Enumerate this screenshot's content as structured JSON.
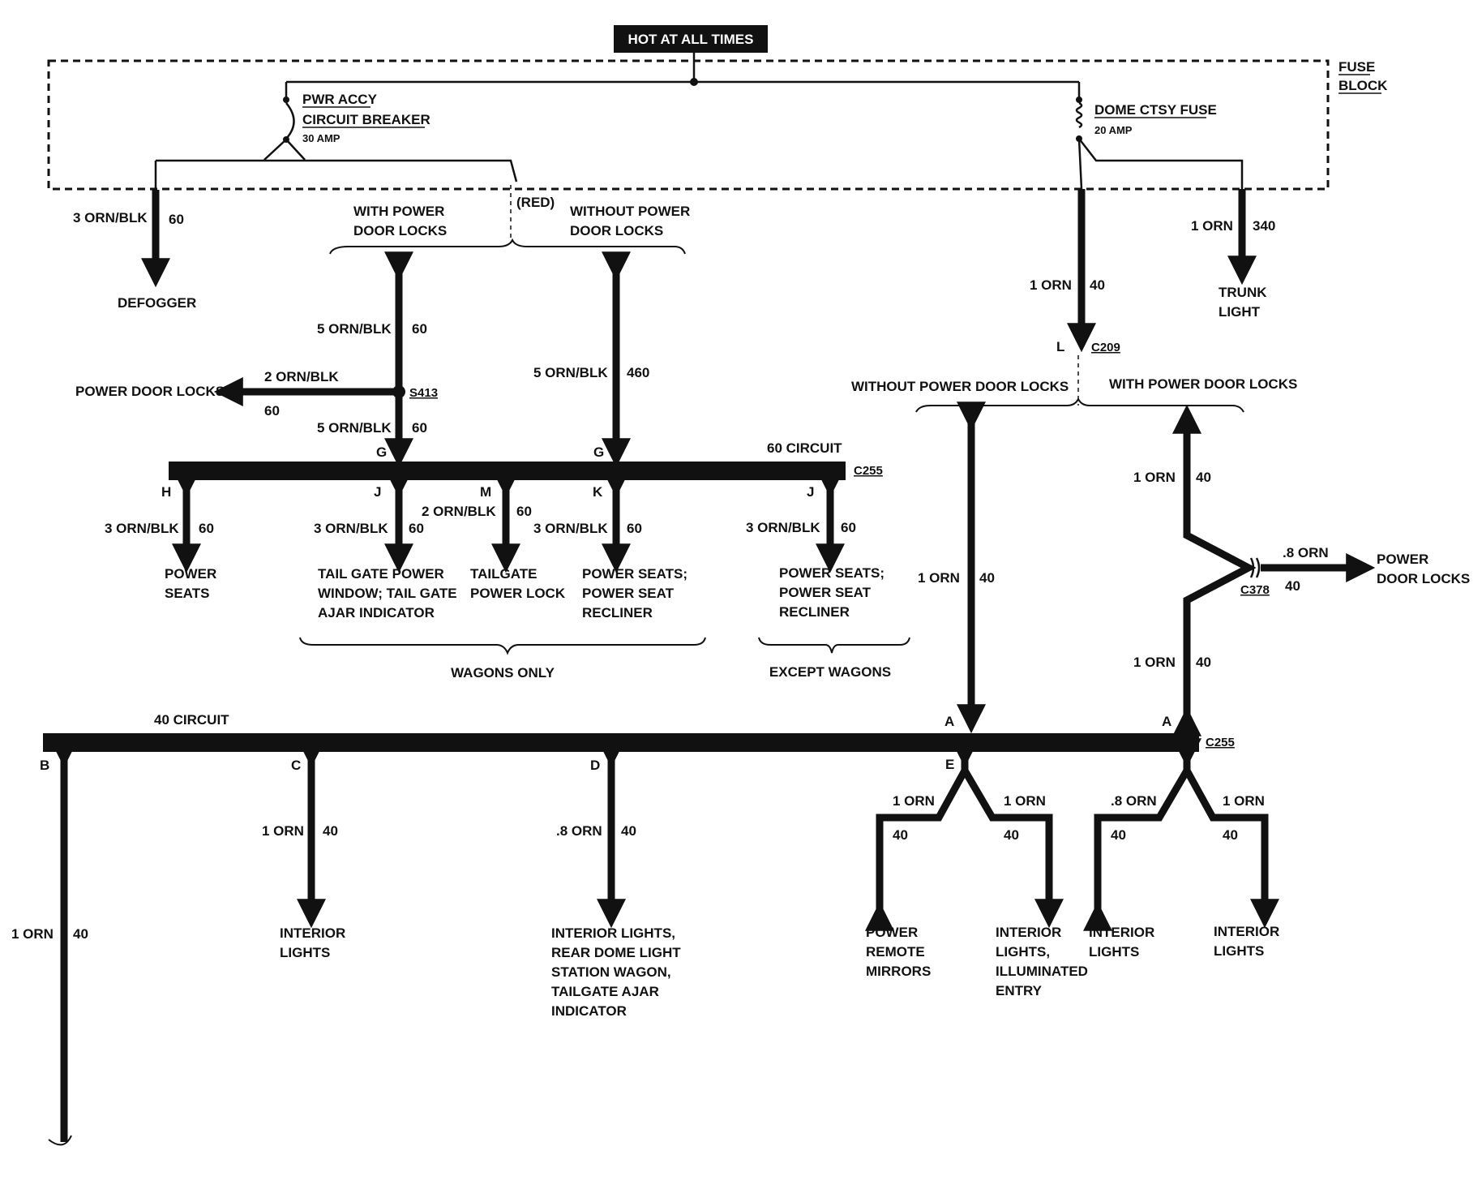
{
  "header": {
    "hot": "HOT AT ALL TIMES"
  },
  "fuse_block": {
    "label_1": "FUSE",
    "label_2": "BLOCK",
    "breaker_1": "PWR ACCY",
    "breaker_2": "CIRCUIT BREAKER",
    "breaker_amp": "30 AMP",
    "fuse_1": "DOME CTSY FUSE",
    "fuse_amp": "20 AMP"
  },
  "options": {
    "with_pdl_1": "WITH POWER",
    "with_pdl_2": "DOOR LOCKS",
    "without_pdl_1": "WITHOUT POWER",
    "without_pdl_2": "DOOR LOCKS",
    "red": "(RED)",
    "without_pdl": "WITHOUT POWER DOOR LOCKS",
    "with_pdl": "WITH POWER DOOR LOCKS",
    "wagons_only": "WAGONS ONLY",
    "except_wagons": "EXCEPT WAGONS"
  },
  "buses": {
    "c60": "60 CIRCUIT",
    "c40": "40 CIRCUIT"
  },
  "connectors": {
    "c209": "C209",
    "c255": "C255",
    "c378": "C378",
    "s413": "S413"
  },
  "pins": {
    "G": "G",
    "H": "H",
    "J": "J",
    "M": "M",
    "K": "K",
    "L": "L",
    "A": "A",
    "B": "B",
    "C": "C",
    "D": "D",
    "E": "E"
  },
  "wires": {
    "w3orn": "3 ORN/BLK",
    "w5orn": "5 ORN/BLK",
    "w2orn": "2 ORN/BLK",
    "w1orn": "1 ORN",
    "w08orn": ".8 ORN",
    "c60": "60",
    "c40": "40",
    "c340": "340",
    "c460": "460"
  },
  "destinations": {
    "defogger": "DEFOGGER",
    "trunk_1": "TRUNK",
    "trunk_2": "LIGHT",
    "pdl": "POWER DOOR LOCKS",
    "pseats_1": "POWER",
    "pseats_2": "SEATS",
    "tgw_1": "TAIL GATE POWER",
    "tgw_2": "WINDOW; TAIL GATE",
    "tgw_3": "AJAR INDICATOR",
    "tgl_1": "TAILGATE",
    "tgl_2": "POWER LOCK",
    "psr_1": "POWER SEATS;",
    "psr_2": "POWER SEAT",
    "psr_3": "RECLINER",
    "pdl2_1": "POWER",
    "pdl2_2": "DOOR LOCKS",
    "il_1": "INTERIOR",
    "il_2": "LIGHTS",
    "ilw_1": "INTERIOR LIGHTS,",
    "ilw_2": "REAR DOME LIGHT",
    "ilw_3": "STATION WAGON,",
    "ilw_4": "TAILGATE AJAR",
    "ilw_5": "INDICATOR",
    "prm_1": "POWER",
    "prm_2": "REMOTE",
    "prm_3": "MIRRORS",
    "ile_1": "INTERIOR",
    "ile_2": "LIGHTS,",
    "ile_3": "ILLUMINATED",
    "ile_4": "ENTRY"
  }
}
